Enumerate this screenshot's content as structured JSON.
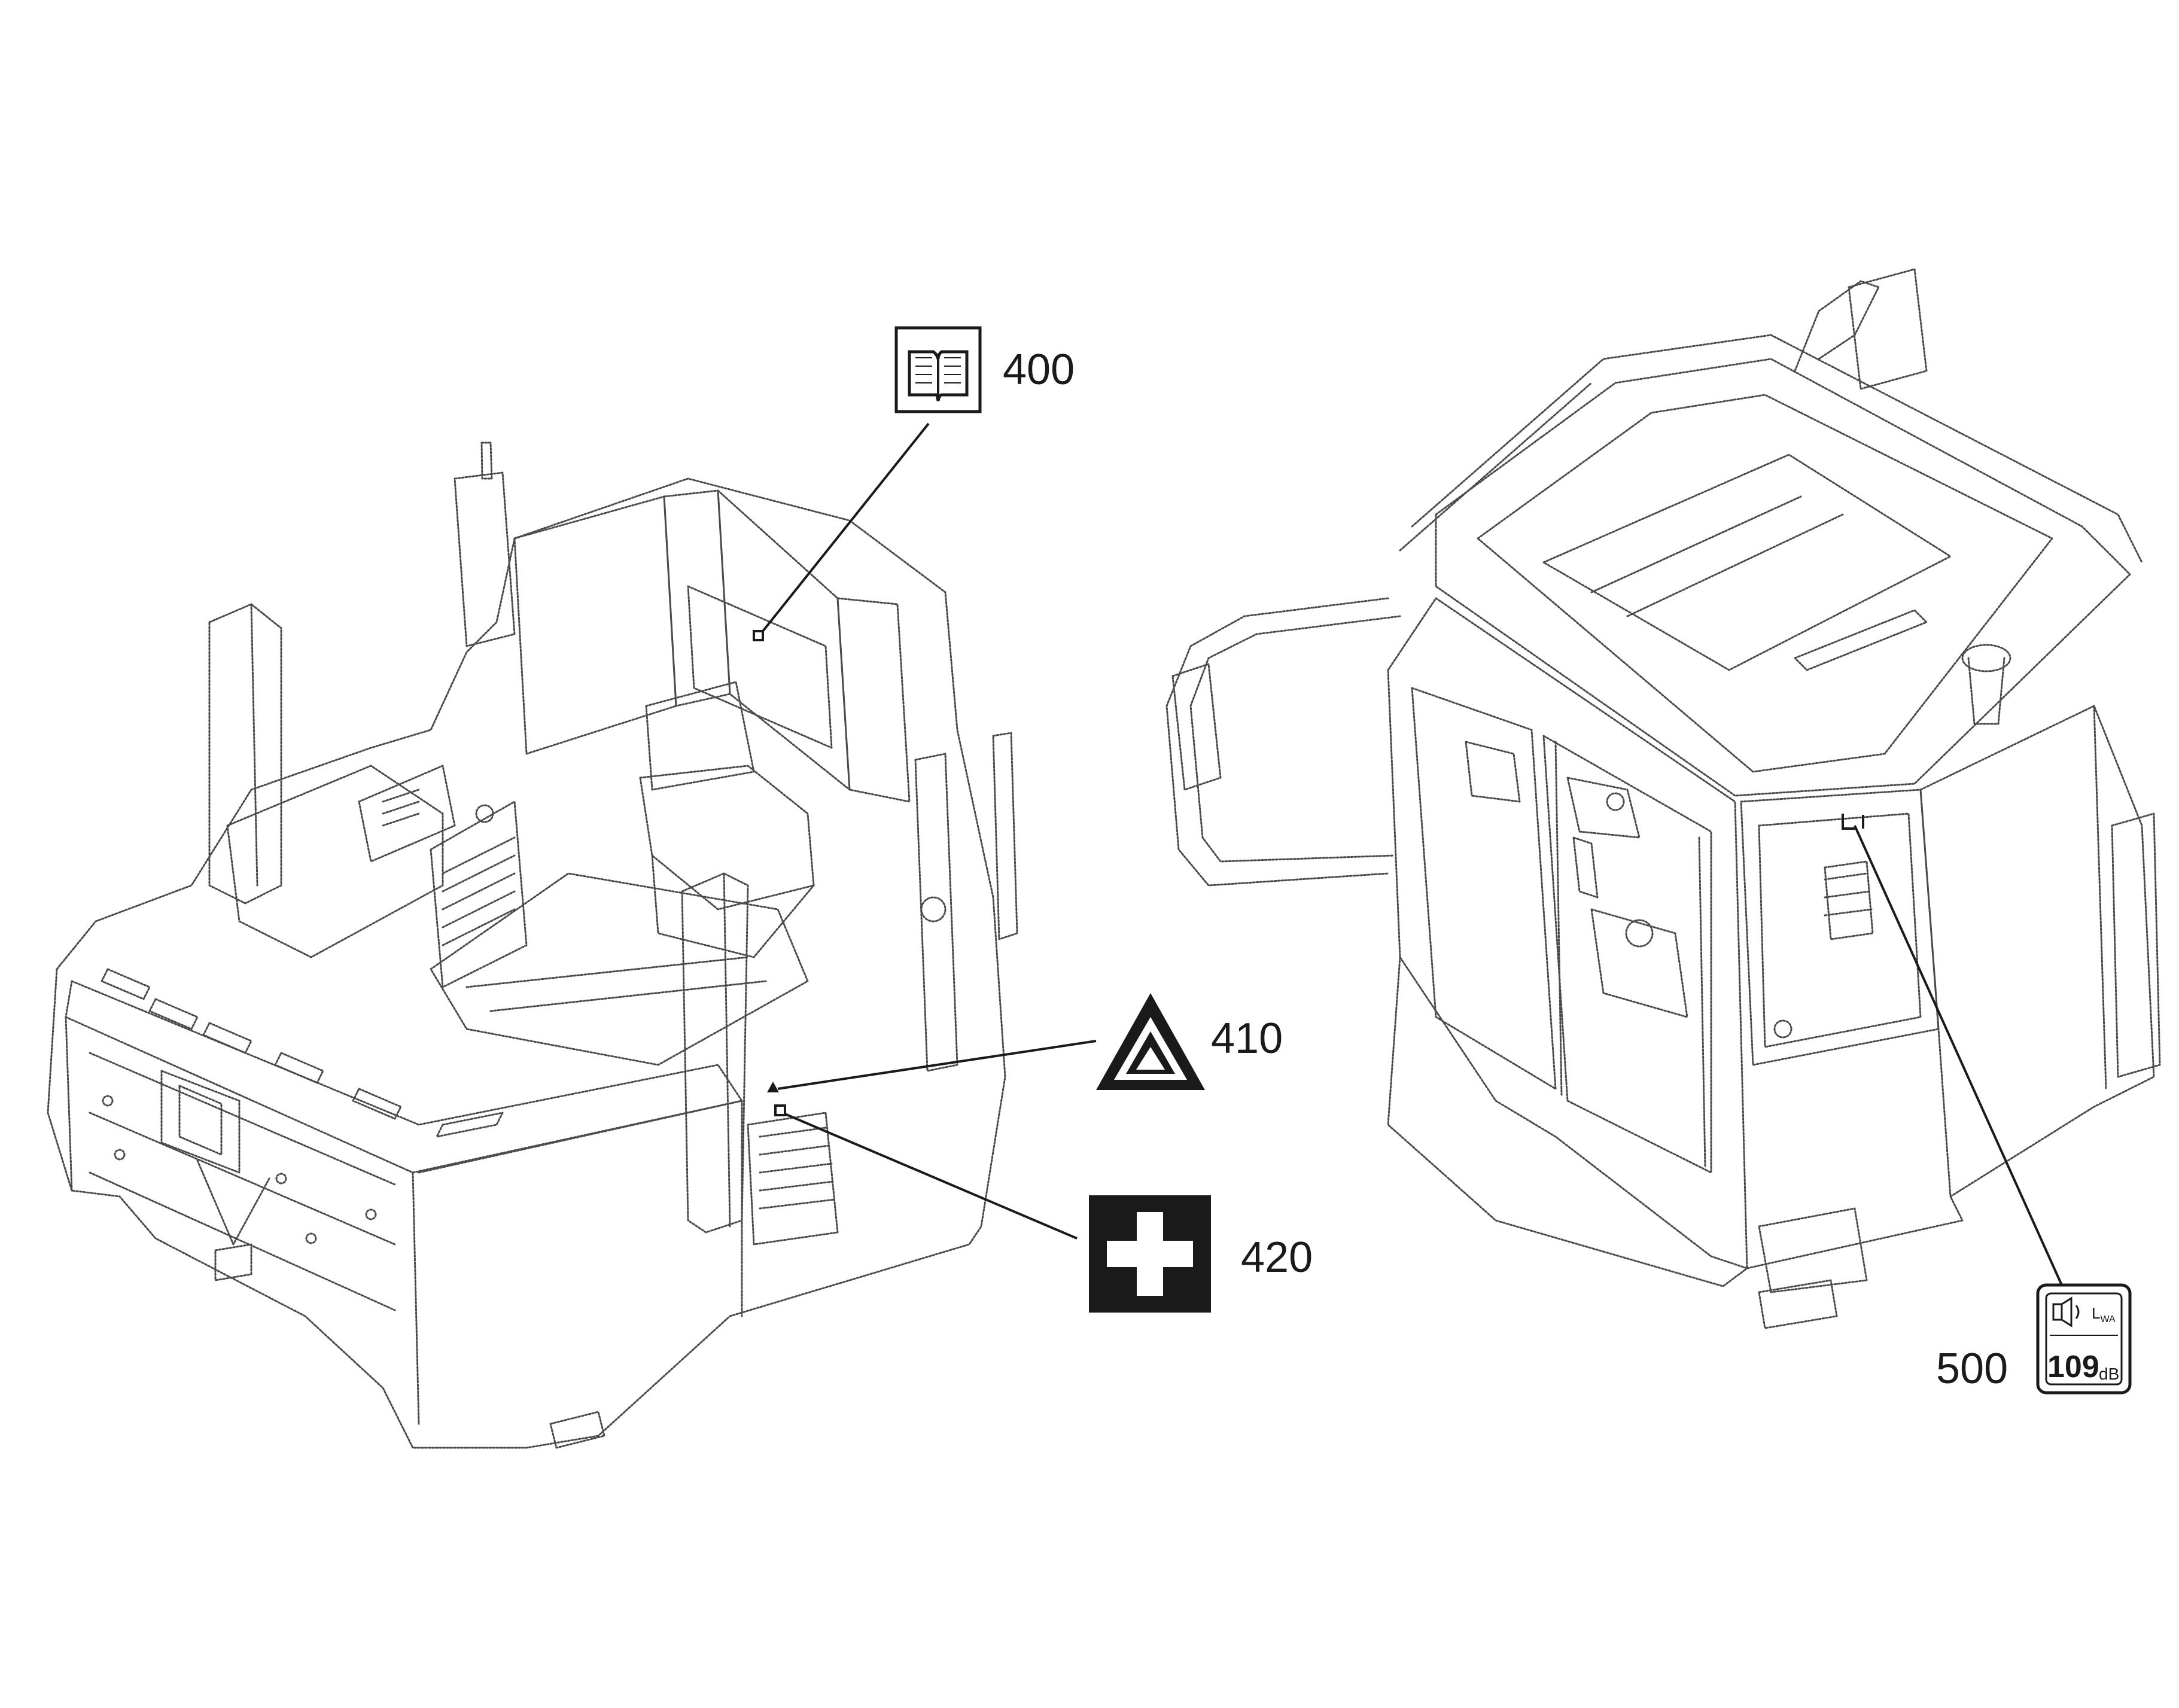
{
  "callouts": [
    {
      "id": "400",
      "label": "400",
      "symbol": "operator-manual-icon"
    },
    {
      "id": "410",
      "label": "410",
      "symbol": "warning-triangle-icon"
    },
    {
      "id": "420",
      "label": "420",
      "symbol": "first-aid-icon"
    },
    {
      "id": "500",
      "label": "500",
      "symbol": "sound-power-label-icon"
    }
  ],
  "sound_label": {
    "symbol": "L",
    "subscript": "WA",
    "value": "109",
    "unit": "dB"
  },
  "colors": {
    "ink": "#1a1a1a",
    "line_art": "#4a4a4a",
    "background": "#ffffff"
  }
}
